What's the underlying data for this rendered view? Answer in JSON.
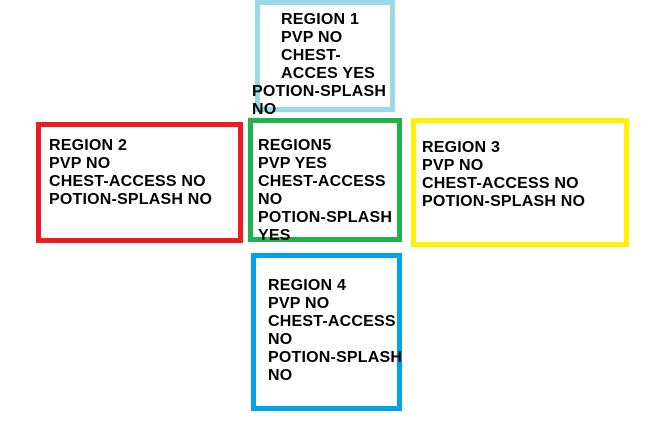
{
  "diagram": {
    "background_color": "#FFFFFF",
    "text_color": "#000000",
    "regions": [
      {
        "name": "REGION 1",
        "position": "top",
        "border_color": "#99D9EA",
        "lines": [
          "REGION 1",
          "PVP NO",
          "CHEST-",
          "ACCES YES",
          "POTION-SPLASH",
          "NO"
        ]
      },
      {
        "name": "REGION 2",
        "position": "left",
        "border_color": "#ED1C24",
        "lines": [
          "REGION 2",
          "PVP NO",
          "CHEST-ACCESS NO",
          "POTION-SPLASH NO"
        ]
      },
      {
        "name": "REGION5",
        "position": "center",
        "border_color": "#22B14C",
        "lines": [
          "REGION5",
          "PVP YES",
          "CHEST-ACCESS",
          "NO",
          "POTION-SPLASH",
          "YES"
        ]
      },
      {
        "name": "REGION 3",
        "position": "right",
        "border_color": "#FFF200",
        "lines": [
          "REGION 3",
          "PVP NO",
          "CHEST-ACCESS NO",
          "POTION-SPLASH NO"
        ]
      },
      {
        "name": "REGION 4",
        "position": "bottom",
        "border_color": "#00A2E8",
        "lines": [
          "REGION 4",
          "PVP NO",
          "CHEST-ACCESS",
          "NO",
          "POTION-SPLASH",
          "NO"
        ]
      }
    ]
  }
}
